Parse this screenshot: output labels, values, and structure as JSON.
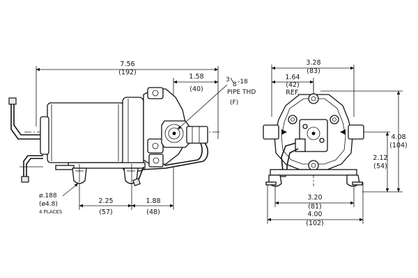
{
  "side_view": {
    "overall_length": "7.56",
    "overall_length_mm": "(192)",
    "port_offset": "1.58",
    "port_offset_mm": "(40)",
    "thread_fraction": "3/8",
    "thread_num": "3",
    "thread_den": "8",
    "thread_pitch": "-18",
    "thread_spec": "PIPE THD",
    "thread_type": "(F)",
    "hole_dia": "ø.188",
    "hole_dia_mm": "(ø4.8)",
    "hole_count": "4 PLACES",
    "mount_spacing": "2.25",
    "mount_spacing_mm": "(57)",
    "mount_to_port": "1.88",
    "mount_to_port_mm": "(48)"
  },
  "end_view": {
    "width": "3.28",
    "width_mm": "(83)",
    "center_offset": "1.64",
    "center_offset_mm": "(42)",
    "ref_label": "REF.",
    "height": "4.08",
    "height_mm": "(104)",
    "port_height": "2.12",
    "port_height_mm": "(54)",
    "mount_width": "3.20",
    "mount_width_mm": "(81)",
    "base_width": "4.00",
    "base_width_mm": "(102)"
  }
}
